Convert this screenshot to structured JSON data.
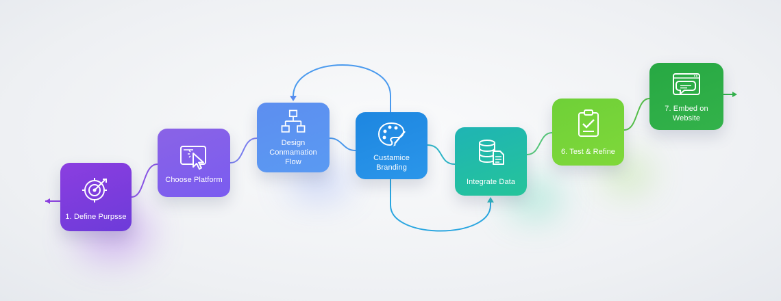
{
  "steps": [
    {
      "id": "define",
      "label": "1. Define Purpsse",
      "icon": "target-icon",
      "color_from": "#8b3ee0",
      "color_to": "#6d3bd9"
    },
    {
      "id": "platform",
      "label": "Choose Platform",
      "icon": "cursor-window-icon",
      "color_from": "#8a63e6",
      "color_to": "#7a5cf0"
    },
    {
      "id": "design",
      "label": "Design\nConmamation\nFlow",
      "icon": "flowchart-icon",
      "color_from": "#5d8ef0",
      "color_to": "#5a9af2"
    },
    {
      "id": "branding",
      "label": "Custamice\nBranding",
      "icon": "palette-icon",
      "color_from": "#1d86e0",
      "color_to": "#2b96ea"
    },
    {
      "id": "integrate",
      "label": "Integrate Data",
      "icon": "database-document-icon",
      "color_from": "#1fb4b4",
      "color_to": "#25c49a"
    },
    {
      "id": "test",
      "label": "6. Test & Refine",
      "icon": "clipboard-check-icon",
      "color_from": "#6fd038",
      "color_to": "#7fd83a"
    },
    {
      "id": "embed",
      "label": "7. Embed on Website",
      "icon": "chat-window-icon",
      "color_from": "#27a843",
      "color_to": "#33b24a"
    }
  ]
}
